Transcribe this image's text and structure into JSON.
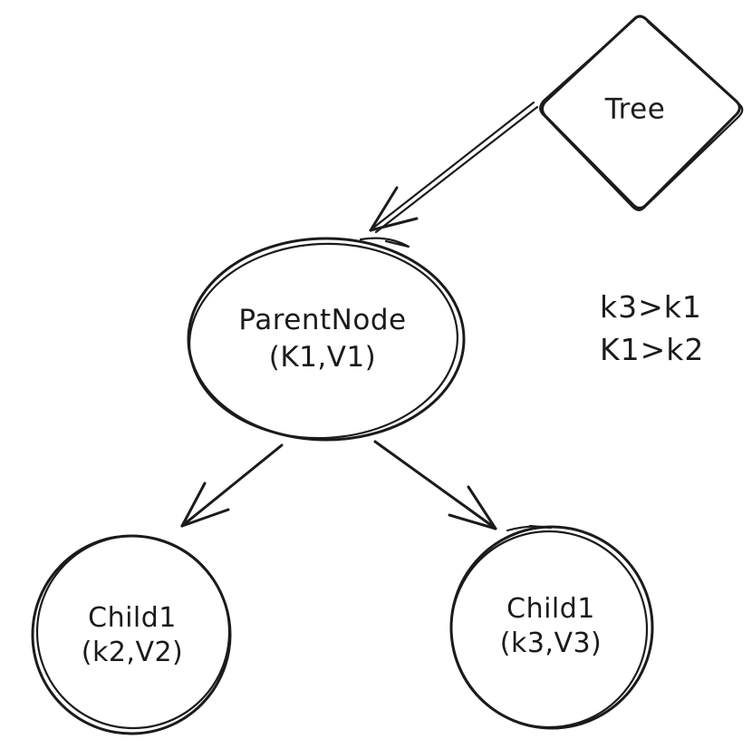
{
  "canvas": {
    "background": "#ffffff",
    "stroke_color": "#1b1b1b"
  },
  "nodes": {
    "tree": {
      "label": "Tree",
      "shape": "diamond"
    },
    "parent": {
      "name": "ParentNode",
      "pair": "(K1,V1)",
      "shape": "ellipse"
    },
    "child_left": {
      "name": "Child1",
      "pair": "(k2,V2)",
      "shape": "circle"
    },
    "child_right": {
      "name": "Child1",
      "pair": "(k3,V3)",
      "shape": "circle"
    }
  },
  "annotation": {
    "line1": "k3>k1",
    "line2": "K1>k2"
  },
  "edges": [
    {
      "from": "tree",
      "to": "parent",
      "style": "double-line-arrow"
    },
    {
      "from": "parent",
      "to": "child_left",
      "style": "arrow"
    },
    {
      "from": "parent",
      "to": "child_right",
      "style": "arrow"
    }
  ]
}
